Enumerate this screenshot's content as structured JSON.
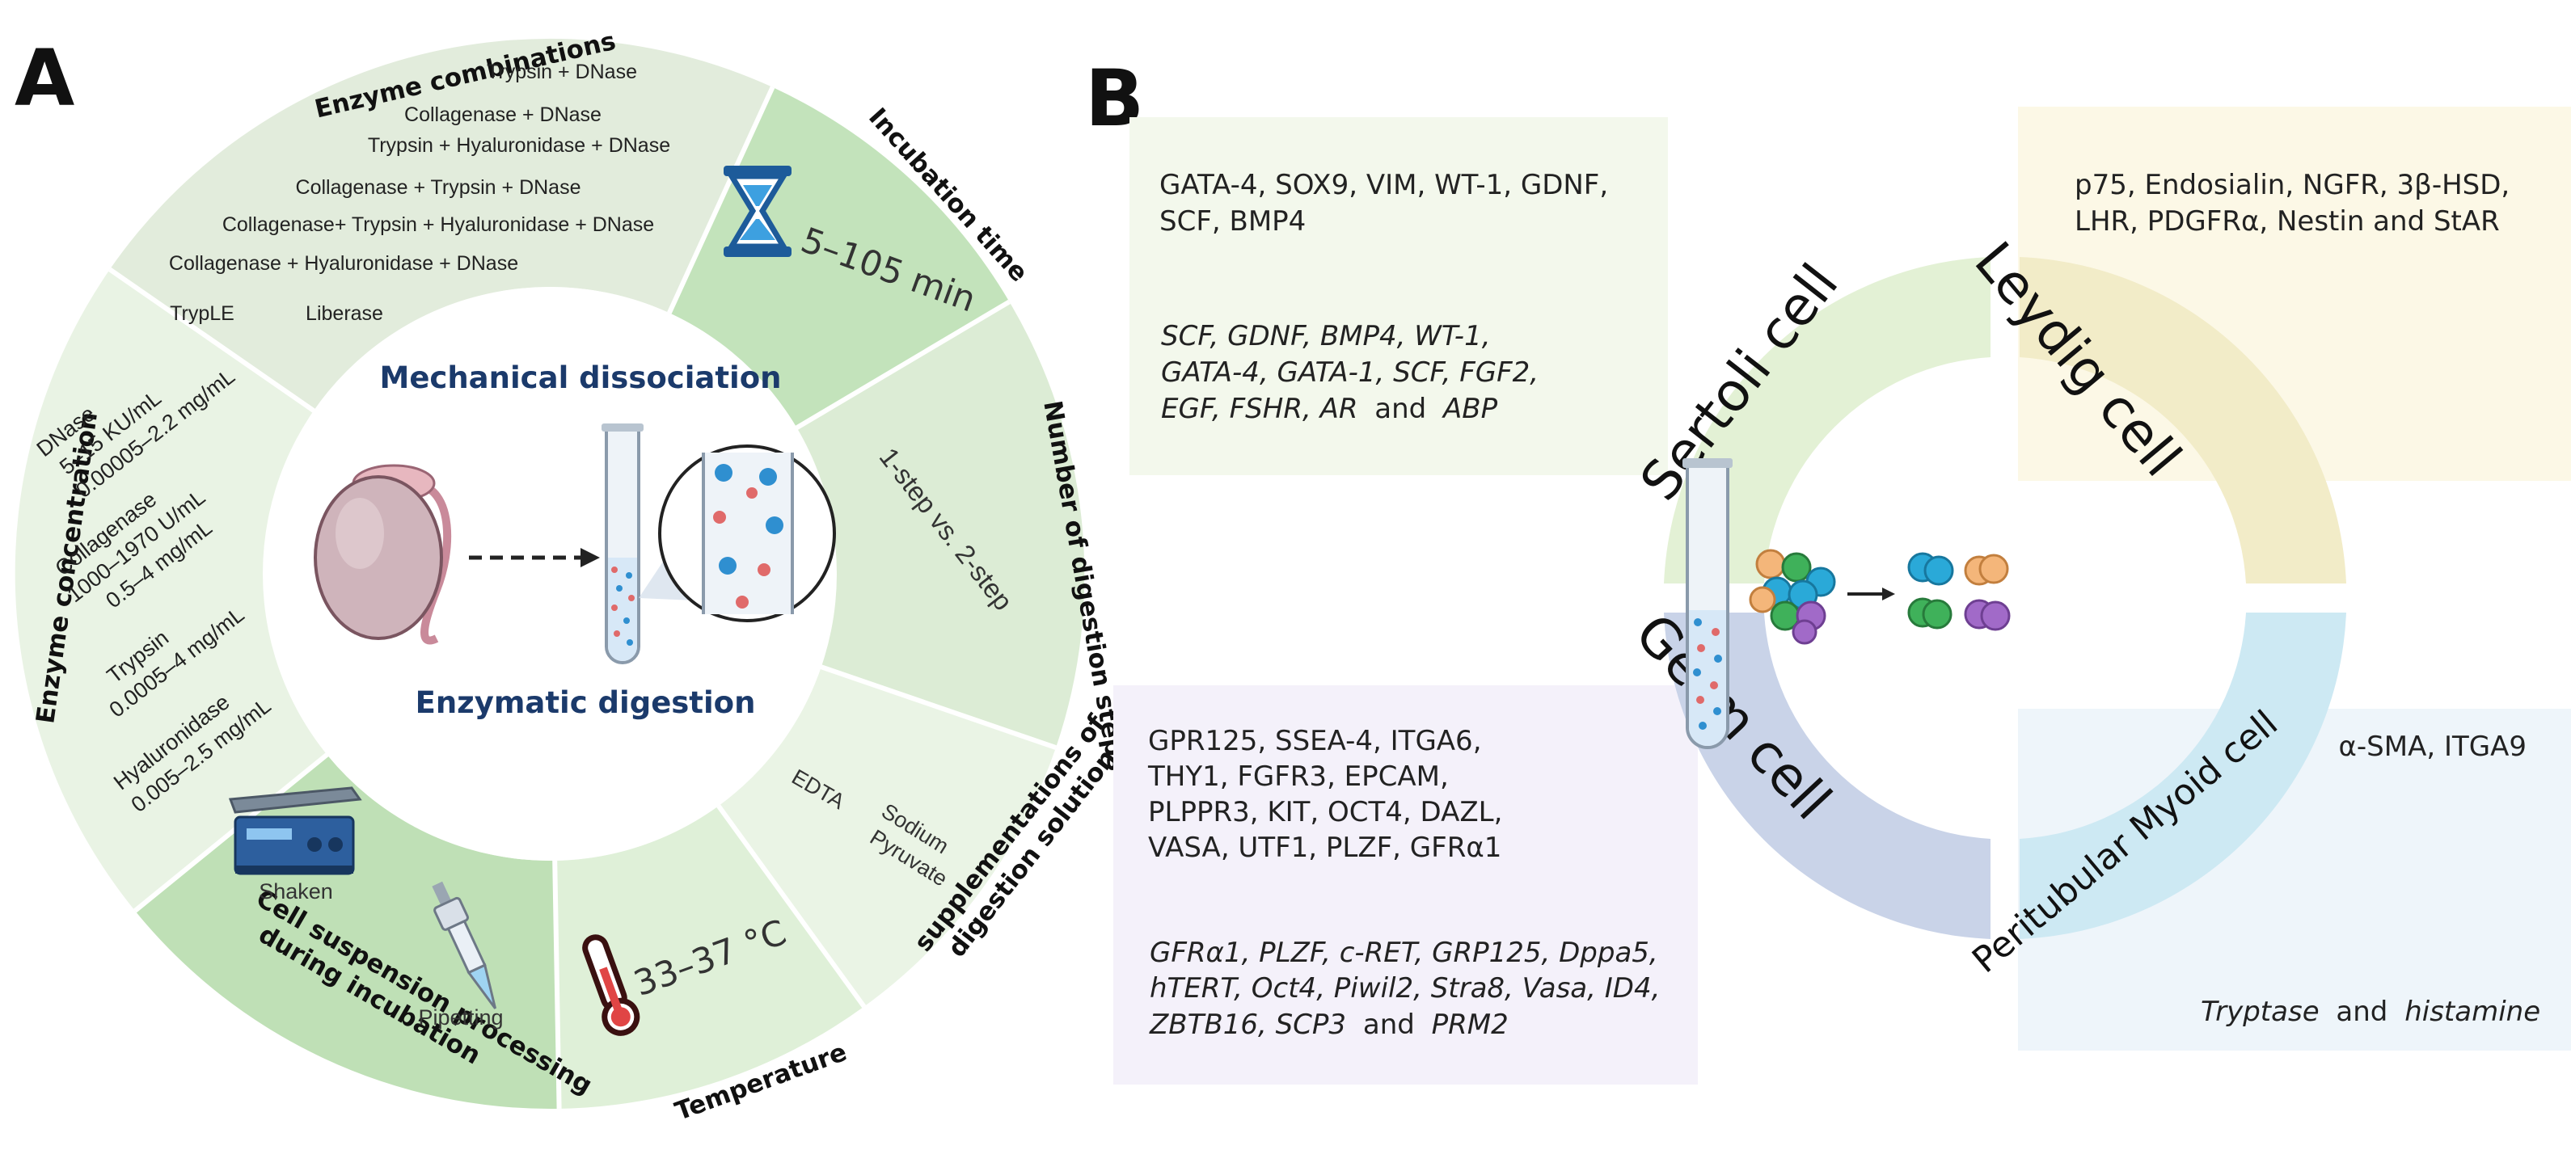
{
  "panel_a": {
    "letter": "A",
    "hub": {
      "top": "Mechanical dissociation",
      "bottom": "Enzymatic digestion"
    },
    "enzyme_combinations": {
      "title": "Enzyme combinations",
      "items": [
        "Trypsin + DNase",
        "Collagenase + DNase",
        "Trypsin + Hyaluronidase + DNase",
        "Collagenase + Trypsin + DNase",
        "Collagenase+ Trypsin + Hyaluronidase + DNase",
        "Collagenase + Hyaluronidase + DNase",
        "TrypLE",
        "Liberase"
      ]
    },
    "incubation_time": {
      "title": "Incubation time",
      "value": "5–105 min"
    },
    "digestion_steps": {
      "title": "Number of digestion steps",
      "value": "1-step vs. 2-step"
    },
    "supplementations": {
      "title_line1": "supplementations of",
      "title_line2": "digestion solution",
      "items": [
        "EDTA",
        "Sodium",
        "Pyruvate"
      ]
    },
    "temperature": {
      "title": "Temperature",
      "value": "33–37 °C"
    },
    "cell_suspension": {
      "title_line1": "Cell suspension processing",
      "title_line2": "during incubation",
      "shaken": "Shaken",
      "pipetting": "Pipetting"
    },
    "enzyme_concentration": {
      "title": "Enzyme concentration",
      "items": [
        {
          "name": "DNase",
          "line1": "5–15 KU/mL",
          "line2": "0.00005–2.2 mg/mL"
        },
        {
          "name": "Collagenase",
          "line1": "1000–1970 U/mL",
          "line2": "0.5–4 mg/mL"
        },
        {
          "name": "Trypsin",
          "line1": "0.0005–4 mg/mL",
          "line2": ""
        },
        {
          "name": "Hyaluronidase",
          "line1": "0.005–2.5 mg/mL",
          "line2": ""
        }
      ]
    }
  },
  "panel_b": {
    "letter": "B",
    "cells": {
      "sertoli": "Sertoli cell",
      "leydig": "Leydig cell",
      "germ": "Germ cell",
      "myoid": "Peritubular Myoid cell"
    },
    "sertoli_markers": {
      "protein": [
        "GATA-4, SOX9, VIM, WT-1, GDNF,",
        "SCF, BMP4"
      ],
      "gene": [
        "SCF, GDNF, BMP4, WT-1,",
        "GATA-4, GATA-1, SCF, FGF2,",
        "EGF, FSHR, AR",
        "and",
        "ABP"
      ]
    },
    "leydig_markers": {
      "protein": [
        "p75, Endosialin, NGFR, 3β-HSD,",
        "LHR, PDGFRα, Nestin and StAR"
      ]
    },
    "germ_markers": {
      "protein": [
        "GPR125, SSEA-4, ITGA6,",
        "THY1, FGFR3, EPCAM,",
        "PLPPR3, KIT, OCT4, DAZL,",
        "VASA, UTF1, PLZF, GFRα1"
      ],
      "gene": [
        "GFRα1, PLZF, c-RET, GRP125, Dppa5,",
        "hTERT, Oct4, Piwil2, Stra8, Vasa, ID4,",
        "ZBTB16, SCP3",
        "and",
        "PRM2"
      ]
    },
    "myoid_markers": {
      "protein": [
        "α-SMA, ITGA9"
      ],
      "gene": [
        "Tryptase",
        "and",
        "histamine"
      ]
    }
  },
  "colors": {
    "green_dark": "#c8e6c0",
    "green_pale": "#e4efdf",
    "green_mid": "#d6ebd0",
    "sertoli": "#e3f1d5",
    "leydig": "#f2ecc8",
    "germ": "#c9d3e8",
    "myoid": "#cde9f3"
  }
}
